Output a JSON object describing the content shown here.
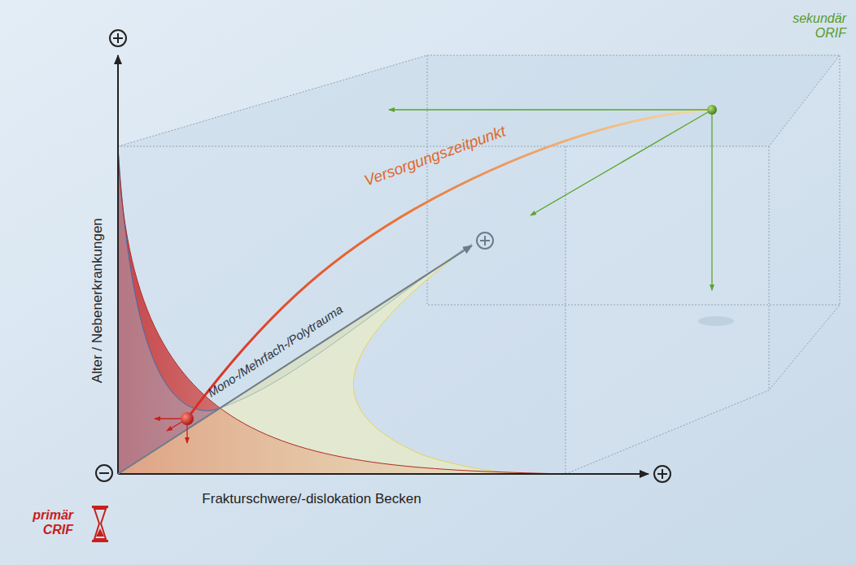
{
  "diagram": {
    "labels": [
      "sekundär ORIF",
      "Versorgungszeitpunkt",
      "Mono-/Mehrfach-/Polytrauma",
      "Alter / Nebenerkrankungen",
      "Frakturschwere/-dislokation Becken",
      "primär CRIF"
    ]
  }
}
